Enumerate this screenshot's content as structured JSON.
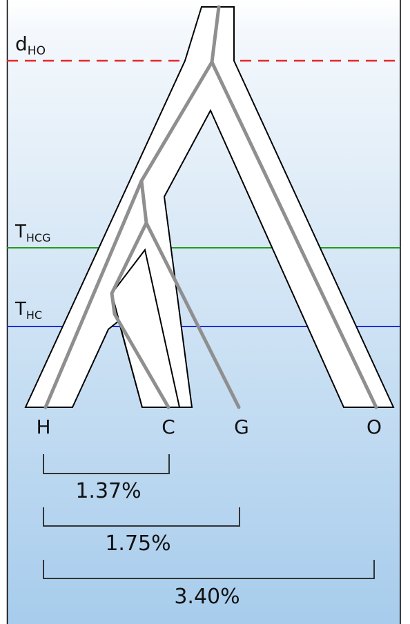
{
  "colors": {
    "sky_top": "#ffffff",
    "sky_bottom": "#a7ccec",
    "branch_fill": "#ffffff",
    "branch_outline": "#000000",
    "gene_line": "#8f8f8f",
    "d_line": "#e8262b",
    "t_hcg_line": "#1f9a1f",
    "t_hc_line": "#1d2fd6",
    "bracket": "#333333"
  },
  "levels": {
    "d_ho": {
      "label": "d",
      "subscript": "HO",
      "style": "dashed"
    },
    "t_hcg": {
      "label": "T",
      "subscript": "HCG",
      "style": "solid"
    },
    "t_hc": {
      "label": "T",
      "subscript": "HC",
      "style": "solid"
    }
  },
  "species": [
    "H",
    "C",
    "G",
    "O"
  ],
  "distances": [
    {
      "from": "H",
      "to": "C",
      "value": "1.37%"
    },
    {
      "from": "H",
      "to": "G",
      "value": "1.75%"
    },
    {
      "from": "H",
      "to": "O",
      "value": "3.40%"
    }
  ]
}
